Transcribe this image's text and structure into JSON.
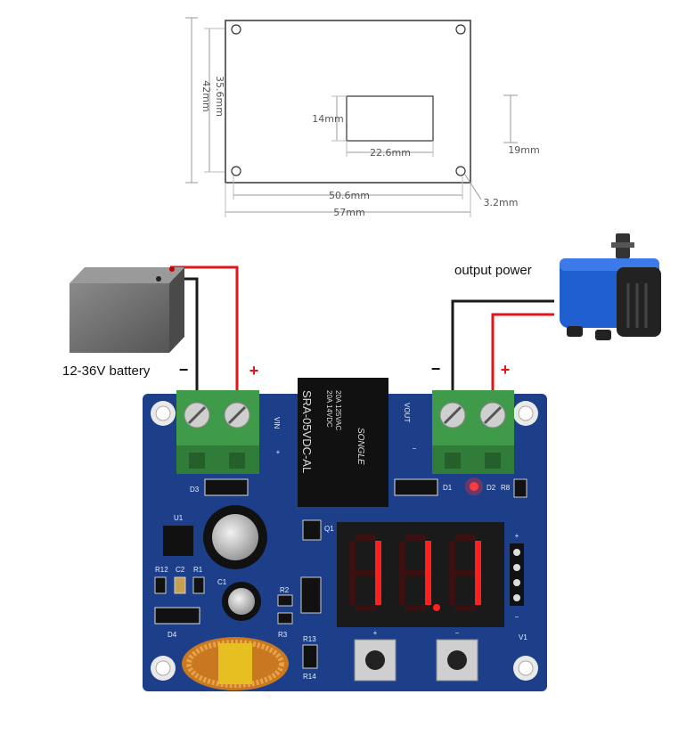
{
  "dimensions": {
    "height_inner": "35.6mm",
    "height_outer": "42mm",
    "display_height": "14mm",
    "display_width": "22.6mm",
    "component_height": "19mm",
    "hole_spacing": "50.6mm",
    "width": "57mm",
    "hole_diameter": "3.2mm"
  },
  "labels": {
    "battery": "12-36V battery",
    "output": "output power",
    "minus": "−",
    "plus": "+"
  },
  "board": {
    "vin": "VIN",
    "vout": "VOUT",
    "pin_plus": "+",
    "pin_minus": "−",
    "d3": "D3",
    "d1": "D1",
    "d2": "D2",
    "r8": "R8",
    "u1": "U1",
    "r12": "R12",
    "c2": "C2",
    "r1": "R1",
    "c1": "C1",
    "d4": "D4",
    "r2": "R2",
    "r3": "R3",
    "r13": "R13",
    "r14": "R14",
    "q1": "Q1",
    "v1": "V1",
    "key_plus": "+",
    "key_minus": "−",
    "display_value": "11.1",
    "relay_model": "SRA-05VDC-AL",
    "relay_brand": "SONGLE",
    "relay_rating1": "20A 14VDC",
    "relay_rating2": "20A 125VAC"
  },
  "colors": {
    "pcb": "#1d3f8a",
    "red_wire": "#e0161a",
    "black_wire": "#1a1a1a",
    "terminal": "#3f9a4a",
    "segment": "#ff1f1f",
    "pump_blue": "#1f5fd0"
  }
}
